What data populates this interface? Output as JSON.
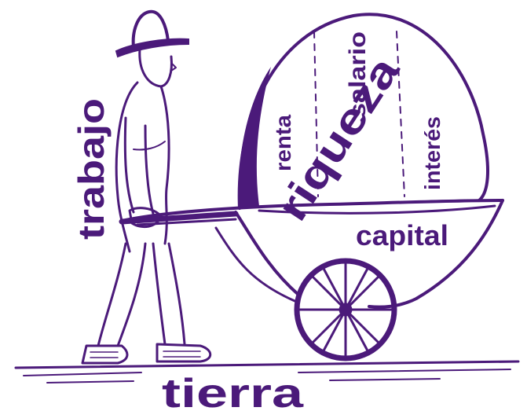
{
  "labels": {
    "trabajo": "trabajo",
    "tierra": "tierra",
    "capital": "capital",
    "riqueza": "riqueza",
    "renta": "renta",
    "salario": "salario",
    "interes": "interés"
  },
  "colors": {
    "ink": "#4b1a7a",
    "background": "#ffffff"
  }
}
